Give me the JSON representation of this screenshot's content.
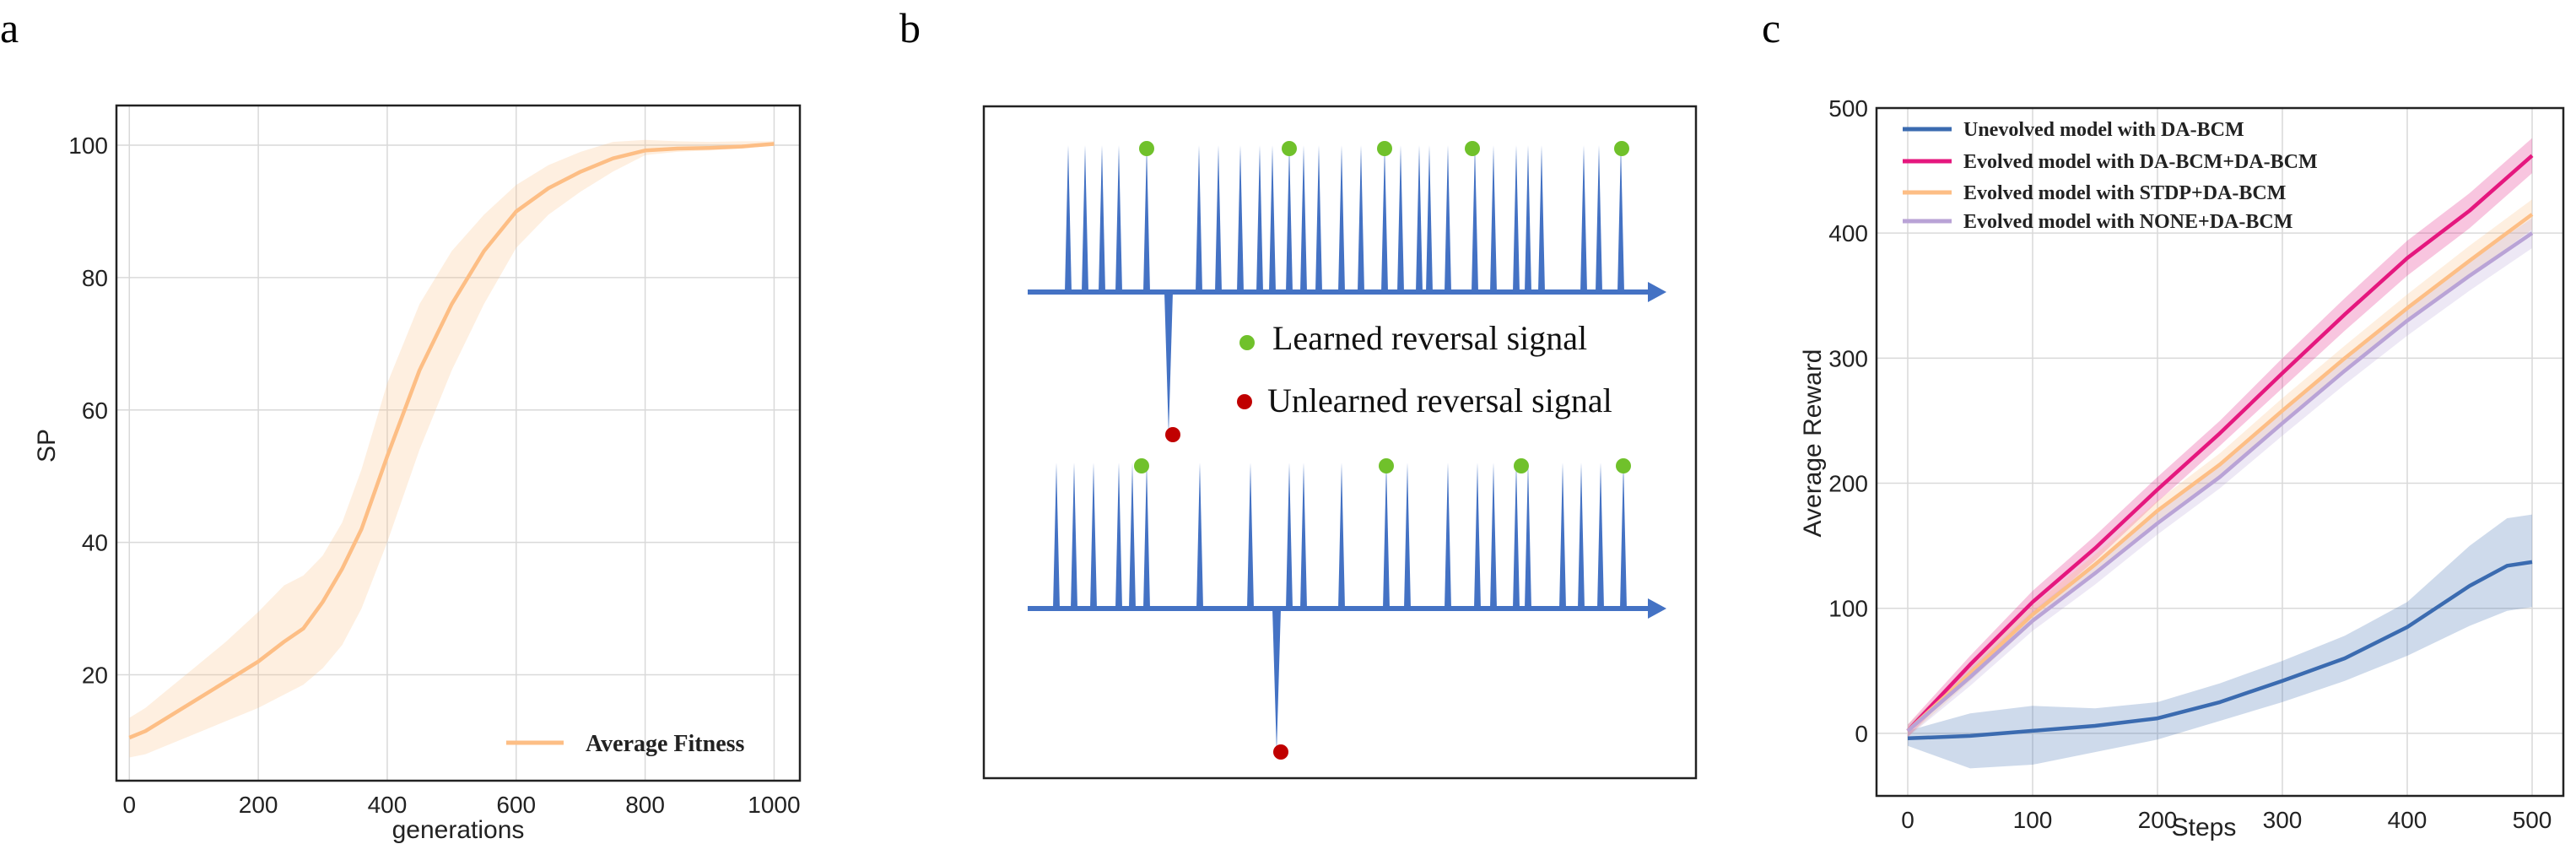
{
  "panels": {
    "a": "a",
    "b": "b",
    "c": "c"
  },
  "chart_data": [
    {
      "type": "line",
      "panel": "a",
      "xlabel": "generations",
      "ylabel": "SP",
      "xlim": [
        -20,
        1040
      ],
      "ylim": [
        4,
        106
      ],
      "xticks": [
        0,
        200,
        400,
        600,
        800,
        1000
      ],
      "yticks": [
        20,
        40,
        60,
        80,
        100
      ],
      "grid": true,
      "legend_position": "bottom-right",
      "series": [
        {
          "name": "Average Fitness",
          "color": "#FDBE85",
          "x": [
            0,
            25,
            50,
            100,
            150,
            200,
            240,
            270,
            300,
            330,
            360,
            400,
            450,
            500,
            550,
            600,
            650,
            700,
            750,
            800,
            850,
            900,
            950,
            1000
          ],
          "y": [
            10.5,
            11.5,
            13,
            16,
            19,
            22,
            25,
            27,
            31,
            36,
            42,
            53,
            66,
            76,
            84,
            90,
            93.5,
            96,
            98,
            99.2,
            99.5,
            99.6,
            99.8,
            100.2
          ],
          "lower": [
            7.5,
            8,
            9,
            11,
            13,
            15,
            17,
            18.5,
            21,
            24.5,
            30,
            40,
            54,
            66,
            76,
            84.5,
            89.5,
            93,
            96,
            98.5,
            99,
            99.2,
            99.5,
            100
          ],
          "upper": [
            13.5,
            15,
            17,
            21,
            25,
            29.5,
            33.5,
            35,
            38,
            43,
            51,
            64,
            76,
            84,
            89.5,
            94,
            97,
            99,
            100.5,
            100.8,
            100.6,
            100.5,
            100.6,
            100.6
          ]
        }
      ]
    },
    {
      "type": "line",
      "panel": "c",
      "xlabel": "Steps",
      "ylabel": "Average Reward",
      "xlim": [
        -25,
        525
      ],
      "ylim": [
        -50,
        500
      ],
      "xticks": [
        0,
        100,
        200,
        300,
        400,
        500
      ],
      "yticks": [
        0,
        100,
        200,
        300,
        400,
        500
      ],
      "grid": true,
      "legend_position": "top-left",
      "series": [
        {
          "name": "Unevolved model with DA-BCM",
          "color": "#3B6BB0",
          "x": [
            0,
            50,
            100,
            150,
            200,
            250,
            300,
            350,
            400,
            450,
            480,
            500
          ],
          "y": [
            -4,
            -2,
            2,
            6,
            12,
            25,
            42,
            60,
            85,
            118,
            134,
            137
          ],
          "lower": [
            -10,
            -28,
            -25,
            -15,
            -5,
            10,
            25,
            42,
            62,
            86,
            98,
            101
          ],
          "upper": [
            2,
            16,
            22,
            20,
            25,
            40,
            58,
            78,
            105,
            150,
            172,
            175
          ]
        },
        {
          "name": "Evolved model with DA-BCM+DA-BCM",
          "color": "#E5177E",
          "x": [
            0,
            50,
            100,
            150,
            200,
            250,
            300,
            350,
            400,
            450,
            500
          ],
          "y": [
            2,
            55,
            105,
            148,
            195,
            240,
            288,
            335,
            380,
            418,
            462
          ],
          "lower": [
            -3,
            48,
            96,
            138,
            185,
            230,
            276,
            322,
            366,
            404,
            448
          ],
          "upper": [
            7,
            62,
            114,
            158,
            205,
            250,
            300,
            348,
            394,
            432,
            476
          ]
        },
        {
          "name": "Evolved model with STDP+DA-BCM",
          "color": "#FDBE85",
          "x": [
            0,
            50,
            100,
            150,
            200,
            250,
            300,
            350,
            400,
            450,
            500
          ],
          "y": [
            2,
            48,
            95,
            135,
            178,
            215,
            258,
            300,
            340,
            378,
            415
          ],
          "lower": [
            -3,
            42,
            88,
            127,
            170,
            206,
            248,
            290,
            329,
            366,
            403
          ],
          "upper": [
            7,
            54,
            102,
            143,
            186,
            224,
            268,
            310,
            351,
            390,
            427
          ]
        },
        {
          "name": "Evolved model with NONE+DA-BCM",
          "color": "#B9A3D6",
          "x": [
            0,
            50,
            100,
            150,
            200,
            250,
            300,
            350,
            400,
            450,
            500
          ],
          "y": [
            2,
            45,
            90,
            128,
            168,
            205,
            248,
            290,
            330,
            366,
            400
          ],
          "lower": [
            -3,
            38,
            82,
            119,
            159,
            196,
            238,
            279,
            318,
            354,
            388
          ],
          "upper": [
            7,
            52,
            98,
            137,
            177,
            214,
            258,
            301,
            342,
            378,
            412
          ]
        }
      ]
    }
  ],
  "diagram": {
    "legend_learned": "Learned reversal signal",
    "legend_unlearned": "Unlearned reversal signal",
    "colors": {
      "spike": "#4472C4",
      "learned": "#70C12B",
      "unlearned": "#C00000"
    }
  }
}
